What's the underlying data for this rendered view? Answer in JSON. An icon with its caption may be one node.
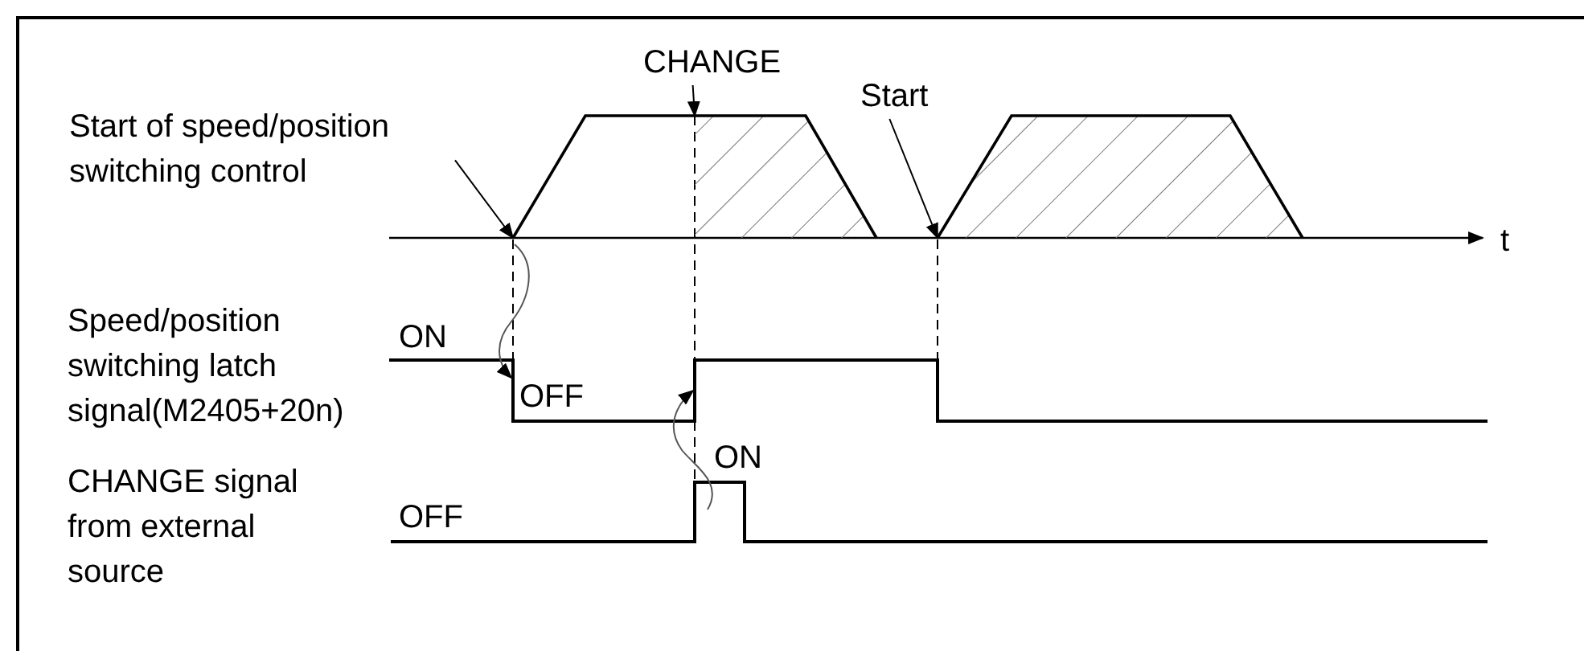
{
  "diagram": {
    "nodes": [
      {
        "text": [
          "Start of speed/position switching control"
        ]
      },
      {
        "text": [
          "CHANGE"
        ]
      },
      {
        "text": [
          "Start"
        ]
      },
      {
        "text": [],
        "shape": "trapezoid"
      },
      {
        "text": [],
        "shape": "trapezoid"
      }
    ],
    "edges": [
      {
        "from": 0,
        "to": 3,
        "arrow": "to"
      },
      {
        "from": 1,
        "to": 3,
        "arrow": "to"
      },
      {
        "from": 2,
        "to": 4,
        "arrow": "to"
      }
    ],
    "labels": [
      "t",
      "Speed/position switching latch signal(M2405+20n)",
      "ON",
      "OFF",
      "CHANGE signal from external source",
      "ON",
      "OFF"
    ]
  }
}
